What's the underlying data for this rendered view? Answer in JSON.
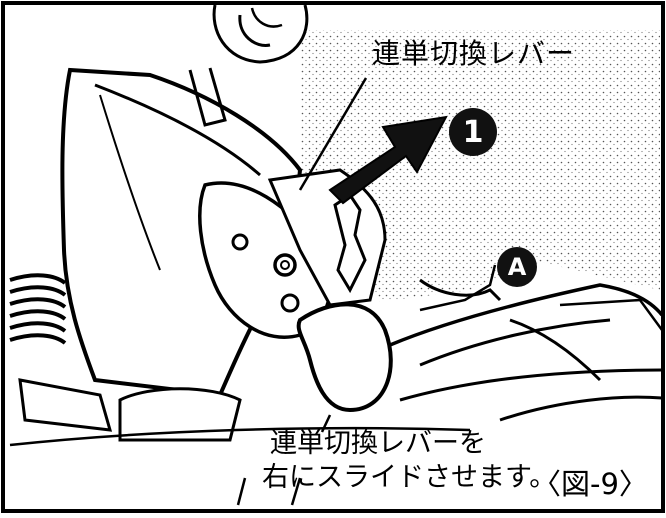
{
  "figure": {
    "lever_label": "連単切換レバー",
    "step_marker": "1",
    "point_marker": "A",
    "caption_line1": "連単切換レバーを",
    "caption_line2": "右にスライドさせます。",
    "figure_number": "〈図-9〉"
  }
}
